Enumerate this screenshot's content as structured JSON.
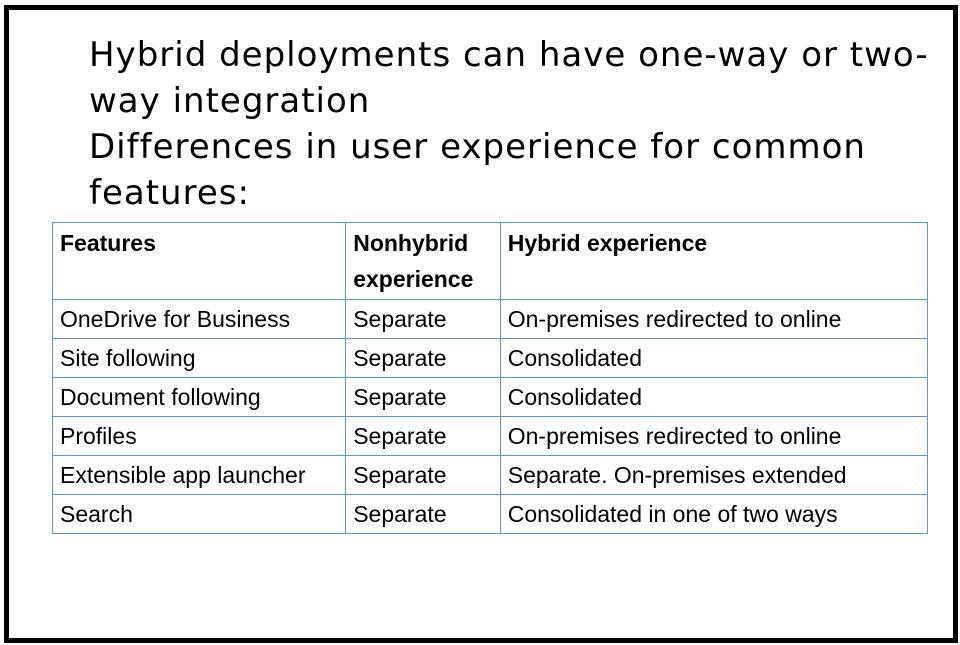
{
  "bullets": [
    "Hybrid deployments can have one-way or two-way integration",
    "Differences in user experience for common features:"
  ],
  "table": {
    "headers": [
      "Features",
      "Nonhybrid experience",
      "Hybrid experience"
    ],
    "rows": [
      [
        "OneDrive for Business",
        "Separate",
        "On-premises redirected to online"
      ],
      [
        "Site following",
        "Separate",
        "Consolidated"
      ],
      [
        "Document following",
        "Separate",
        "Consolidated"
      ],
      [
        "Profiles",
        "Separate",
        "On-premises redirected to online"
      ],
      [
        "Extensible app launcher",
        "Separate",
        "Separate. On-premises extended"
      ],
      [
        "Search",
        "Separate",
        "Consolidated in one of two ways"
      ]
    ],
    "border_color": "#5b9bd5"
  }
}
